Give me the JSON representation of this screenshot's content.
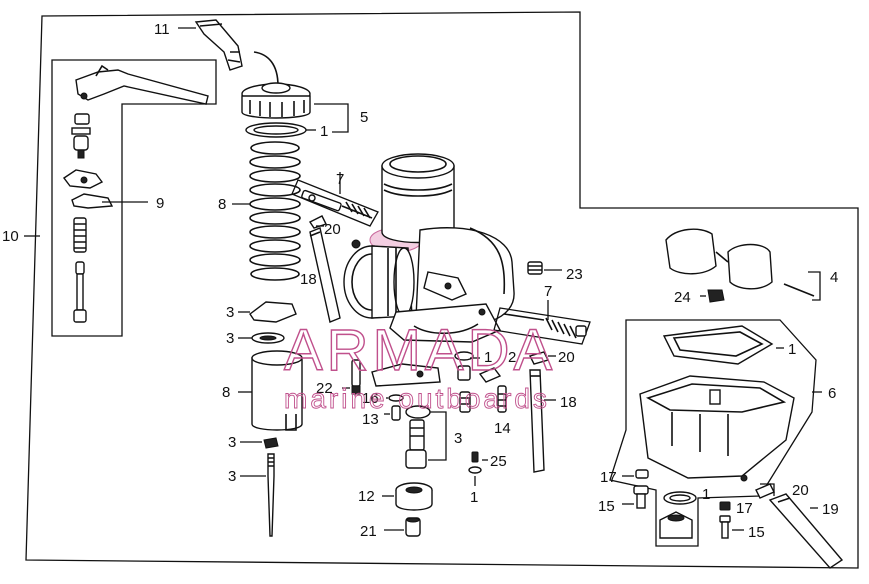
{
  "watermark": {
    "brand": "ARMADA",
    "tagline": "marine outboards",
    "color": "#c0508c",
    "logo_fill": "#e7a3c6"
  },
  "callouts": {
    "c10": "10",
    "c11": "11",
    "c9": "9",
    "c5": "5",
    "c1_cap": "1",
    "c8_spring": "8",
    "c7_top": "7",
    "c20_top": "20",
    "c18_left": "18",
    "c3_a": "3",
    "c3_b": "3",
    "c8_slide": "8",
    "c3_c": "3",
    "c3_d": "3",
    "c22": "22",
    "c16": "16",
    "c13": "13",
    "c3_e": "3",
    "c12": "12",
    "c21": "21",
    "c1_2": "1",
    "c2": "2",
    "c14": "14",
    "c25": "25",
    "c1_jet": "1",
    "c20_mid": "20",
    "c18_right": "18",
    "c23": "23",
    "c7_right": "7",
    "c4": "4",
    "c24": "24",
    "c1_bowl": "1",
    "c6": "6",
    "c17_a": "17",
    "c15_a": "15",
    "c1_ring": "1",
    "c17_b": "17",
    "c15_b": "15",
    "c20_bottom": "20",
    "c19": "19"
  }
}
